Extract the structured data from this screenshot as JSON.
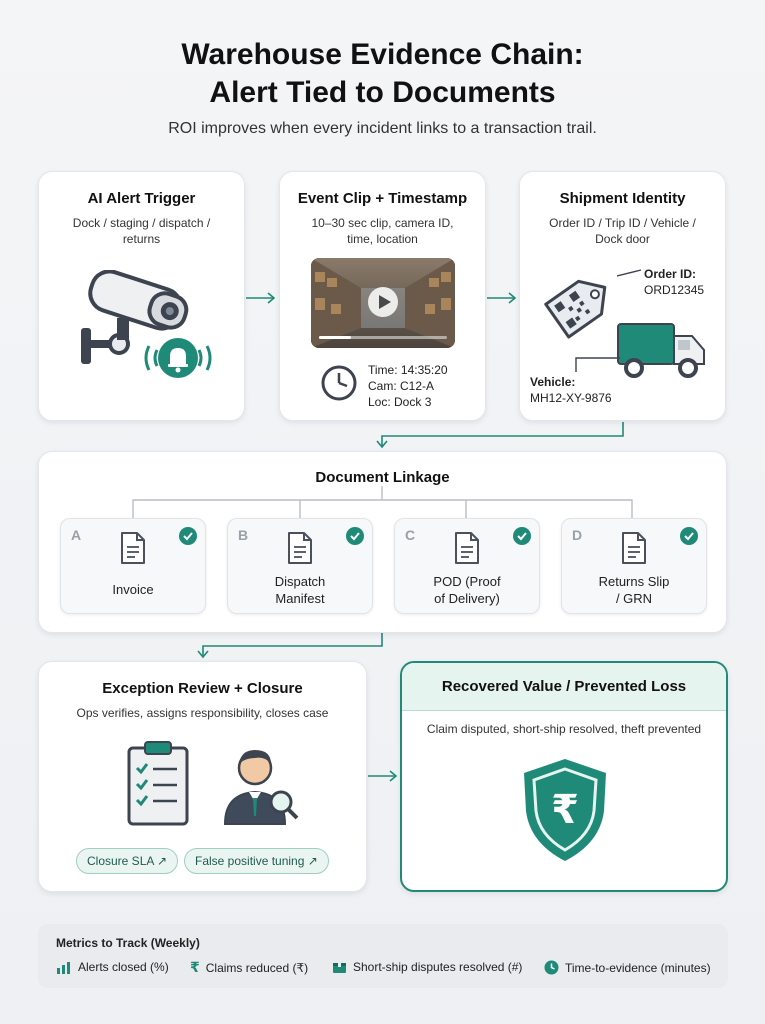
{
  "header": {
    "title_line1": "Warehouse Evidence Chain:",
    "title_line2": "Alert Tied to Documents",
    "subtitle": "ROI improves when every incident links to a transaction trail."
  },
  "alert": {
    "title": "AI Alert Trigger",
    "desc": "Dock / staging / dispatch / returns"
  },
  "clip": {
    "title": "Event Clip + Timestamp",
    "desc": "10–30 sec clip, camera ID, time, location",
    "time": "Time: 14:35:20",
    "cam": "Cam: C12-A",
    "loc": "Loc: Dock 3",
    "progress": 0.25
  },
  "shipment": {
    "title": "Shipment Identity",
    "desc": "Order ID / Trip ID / Vehicle / Dock door",
    "order_label": "Order ID:",
    "order_value": "ORD12345",
    "vehicle_label": "Vehicle:",
    "vehicle_value": "MH12-XY-9876"
  },
  "linkage": {
    "title": "Document Linkage",
    "docs": [
      {
        "letter": "A",
        "line1": "Invoice",
        "line2": ""
      },
      {
        "letter": "B",
        "line1": "Dispatch",
        "line2": "Manifest"
      },
      {
        "letter": "C",
        "line1": "POD (Proof",
        "line2": "of Delivery)"
      },
      {
        "letter": "D",
        "line1": "Returns Slip",
        "line2": "/ GRN"
      }
    ]
  },
  "review": {
    "title": "Exception Review + Closure",
    "desc": "Ops verifies, assigns responsibility, closes case",
    "pill1": "Closure SLA ↗",
    "pill2": "False positive tuning ↗"
  },
  "recovered": {
    "title": "Recovered Value / Prevented Loss",
    "desc": "Claim disputed, short-ship resolved, theft prevented",
    "symbol": "₹"
  },
  "metrics": {
    "title": "Metrics to Track (Weekly)",
    "items": [
      {
        "icon": "bar-chart-icon",
        "label": "Alerts closed (%)"
      },
      {
        "icon": "rupee-icon",
        "label": "Claims reduced (₹)"
      },
      {
        "icon": "box-icon",
        "label": "Short-ship disputes resolved (#)"
      },
      {
        "icon": "clock-icon",
        "label": "Time-to-evidence (minutes)"
      }
    ]
  },
  "colors": {
    "teal": "#1f8a78",
    "teal_light": "#e6f4f0",
    "dark": "#3d4450"
  }
}
